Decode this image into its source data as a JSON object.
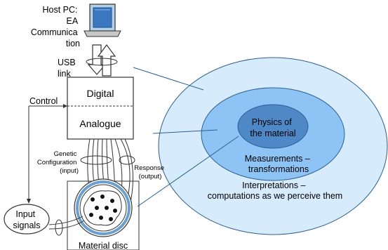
{
  "host_pc": {
    "line1": "Host PC:",
    "line2": "EA",
    "line3": "Communica",
    "line4": "tion"
  },
  "usb_link": {
    "line1": "USB",
    "line2": "link"
  },
  "digital_label": "Digital",
  "analogue_label": "Analogue",
  "control_label": "Control",
  "genetic_config": {
    "line1": "Genetic",
    "line2": "Configuration",
    "line3": "(input)"
  },
  "response": {
    "line1": "Response",
    "line2": "(output)"
  },
  "input_signals": {
    "line1": "Input",
    "line2": "signals"
  },
  "material_disc_label": "Material disc",
  "physics": {
    "line1": "Physics of",
    "line2": "the material"
  },
  "measurements": {
    "line1": "Measurements –",
    "line2": "transformations"
  },
  "interpretations": {
    "line1": "Interpretations –",
    "line2": "computations as we perceive them"
  },
  "colors": {
    "outer_ellipse": "#d6ebfb",
    "middle_ellipse": "#8ec4f5",
    "inner_ellipse": "#4f88c6",
    "ellipse_stroke": "#2d5f8f",
    "pointer_line": "#2d5f8f"
  }
}
